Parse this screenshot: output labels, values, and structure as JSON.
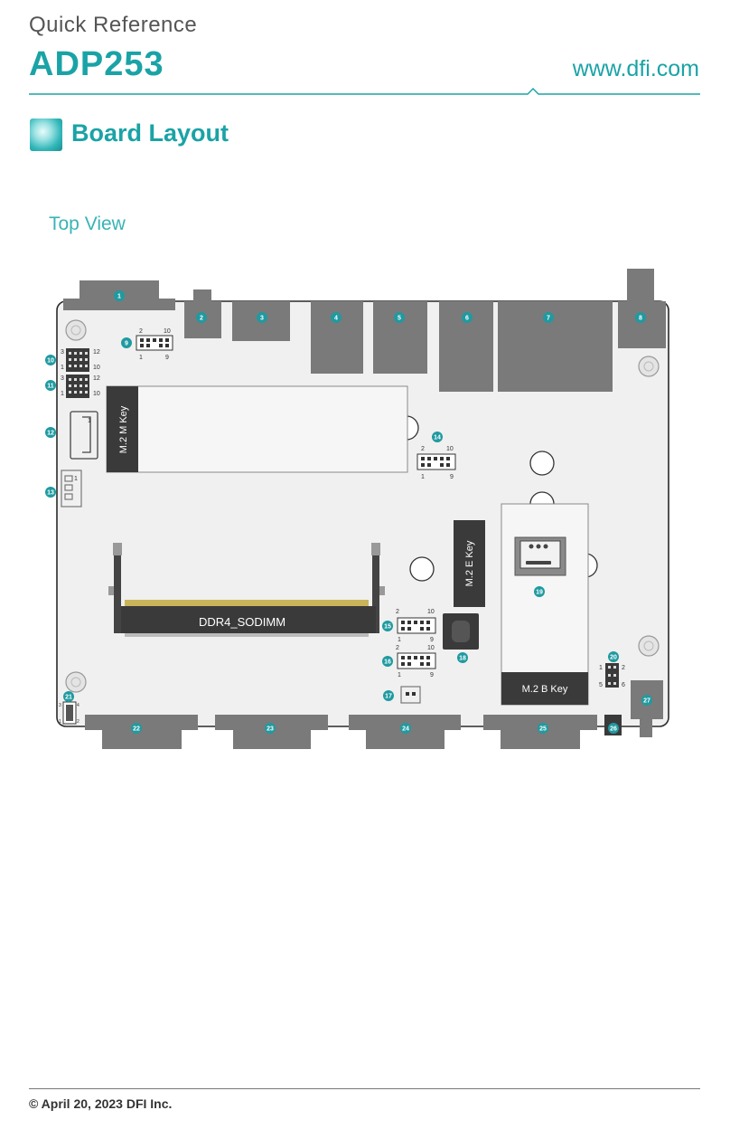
{
  "header": {
    "doc_type": "Quick Reference",
    "model": "ADP253",
    "url": "www.dfi.com"
  },
  "section": {
    "title": "Board Layout",
    "icon": "section-bullet-icon"
  },
  "view_title": "Top View",
  "board": {
    "colors": {
      "board_fill": "#f0f0f0",
      "board_outline": "#2a2a2a",
      "connector": "#7a7a7a",
      "dark_slot": "#3a3a3a",
      "callout": "#1f9aa0",
      "gold_pins": "#c9b45a"
    },
    "callouts": [
      "1",
      "2",
      "3",
      "4",
      "5",
      "6",
      "7",
      "8",
      "9",
      "10",
      "11",
      "12",
      "13",
      "14",
      "15",
      "16",
      "17",
      "18",
      "19",
      "20",
      "21",
      "22",
      "23",
      "24",
      "25",
      "26",
      "27"
    ],
    "slot_labels": {
      "m2_m": "M.2 M Key",
      "m2_e": "M.2 E Key",
      "m2_b": "M.2 B Key",
      "dimm": "DDR4_SODIMM"
    },
    "pin_labels": {
      "h9": [
        "2",
        "10",
        "1",
        "9"
      ],
      "h14": [
        "2",
        "10",
        "1",
        "9"
      ],
      "h15": [
        "2",
        "10",
        "1",
        "9"
      ],
      "h16": [
        "2",
        "10",
        "1",
        "9"
      ],
      "h10": [
        "3",
        "12",
        "1",
        "10"
      ],
      "h11": [
        "3",
        "12",
        "1",
        "10"
      ],
      "h20": [
        "1",
        "2",
        "5",
        "6"
      ],
      "h13": [
        "1"
      ],
      "h12": [
        "1"
      ],
      "h21": [
        "3",
        "4",
        "1",
        "2"
      ]
    }
  },
  "footer": {
    "text": "© April 20, 2023 DFI Inc."
  }
}
